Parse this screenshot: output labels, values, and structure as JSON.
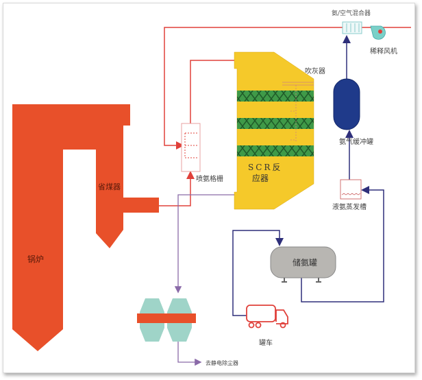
{
  "labels": {
    "mixer": "氨/空气混合器",
    "dilution_fan": "稀释风机",
    "soot_blower": "吹灰器",
    "buffer_tank": "氨气缓冲罐",
    "ammonia_grid": "喷氨格栅",
    "scr_line1": "SCR反",
    "scr_line2": "应器",
    "economizer": "省煤器",
    "evaporator": "液氨蒸发槽",
    "boiler": "锅炉",
    "storage_tank": "储氨罐",
    "tanker": "罐车",
    "to_precipitator": "去静电除尘器"
  },
  "colors": {
    "flue": "#e8502a",
    "reactor": "#f5c92a",
    "catalyst": "#3f9a48",
    "ammonia_line": "#2e2f7a",
    "gas_line": "#e0403a",
    "purple_line": "#8a6aa8",
    "tank": "#b8b6b2",
    "buffer": "#1f3a8a",
    "preheater": "#9fd4c8"
  }
}
